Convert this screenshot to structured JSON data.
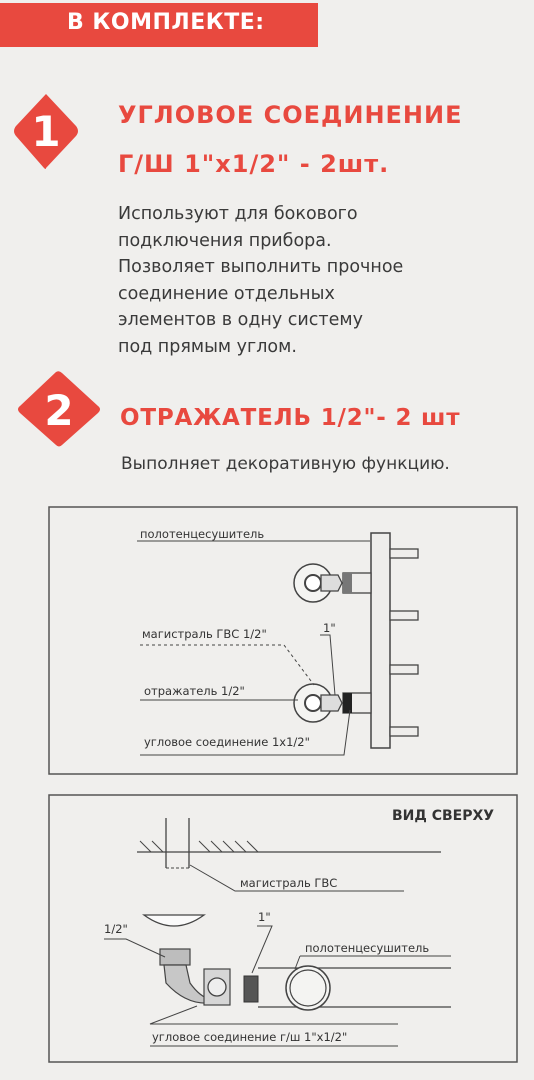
{
  "header": {
    "title": "В КОМПЛЕКТЕ:"
  },
  "items": [
    {
      "number": "1",
      "title_line1": "УГЛОВОЕ СОЕДИНЕНИЕ",
      "title_line2": "Г/Ш 1\"х1/2\" - 2шт.",
      "description": [
        "Используют для бокового",
        "подключения прибора.",
        "Позволяет выполнить прочное",
        "соединение отдельных",
        "элементов в одну  систему",
        "под прямым углом."
      ]
    },
    {
      "number": "2",
      "title_line1": "ОТРАЖАТЕЛЬ 1/2\"- 2 шт",
      "description": [
        "Выполняет декоративную функцию."
      ]
    }
  ],
  "diagram_front": {
    "labels": {
      "dryer": "полотенцесушитель",
      "main": "магистраль ГВС 1/2\"",
      "reflector": "отражатель 1/2\"",
      "angle": "угловое соединение 1х1/2\"",
      "size_1": "1\""
    }
  },
  "diagram_top": {
    "heading": "ВИД СВЕРХУ",
    "labels": {
      "main": "магистраль ГВС",
      "half": "1/2\"",
      "one": "1\"",
      "dryer": "полотенцесушитель",
      "angle": "угловое соединение г/ш 1\"х1/2\""
    }
  },
  "colors": {
    "accent": "#e8493f",
    "text": "#3a3a3a",
    "line": "#444444"
  }
}
